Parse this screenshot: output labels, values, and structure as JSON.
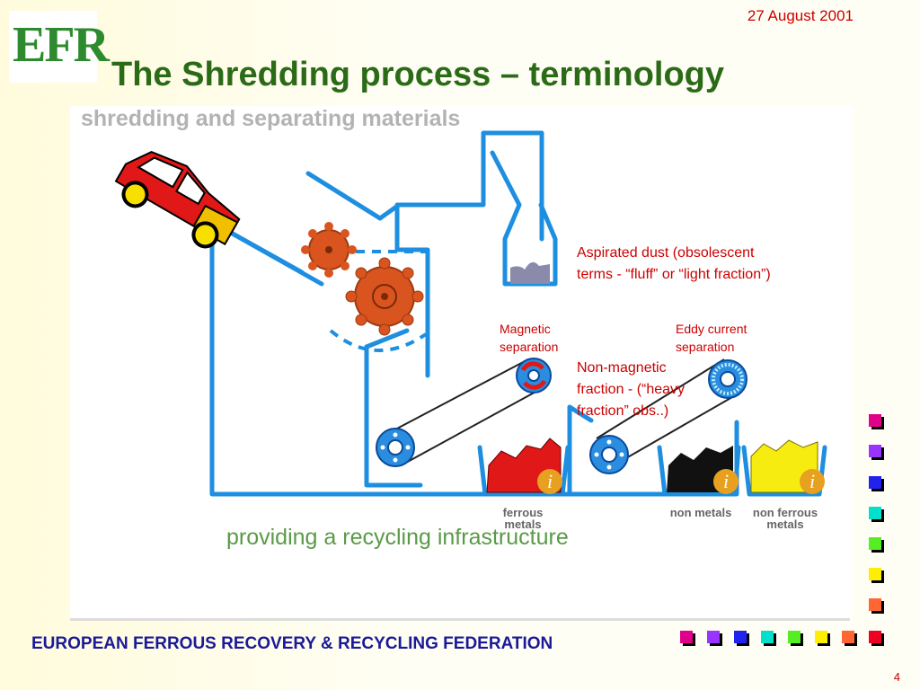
{
  "header": {
    "date": "27 August 2001",
    "logo_text": "EFR",
    "title": "The Shredding process – terminology"
  },
  "diagram": {
    "subtitle": "shredding and separating materials",
    "caption": "providing a recycling infrastructure",
    "labels": {
      "aspirated_dust_line1": "Aspirated dust (obsolescent",
      "aspirated_dust_line2": "terms - “fluff” or “light fraction”)",
      "magnetic_line1": "Magnetic",
      "magnetic_line2": "separation",
      "eddy_line1": "Eddy current",
      "eddy_line2": "separation",
      "nonmagnetic_line1": "Non-magnetic",
      "nonmagnetic_line2": "fraction - (“heavy",
      "nonmagnetic_line3": "fraction” obs..)"
    },
    "bins": {
      "ferrous_line1": "ferrous",
      "ferrous_line2": "metals",
      "non_metals": "non metals",
      "non_ferrous_line1": "non ferrous",
      "non_ferrous_line2": "metals"
    },
    "info_icon_text": "i"
  },
  "footer": {
    "federation": "EUROPEAN FERROUS RECOVERY & RECYCLING FEDERATION",
    "page_number": "4"
  },
  "colors": {
    "title_green": "#2b6b18",
    "accent_red": "#cc0000",
    "federation_blue": "#1a1a99",
    "machine_blue": "#1e8fe0",
    "squares": [
      "#e0008a",
      "#9933ff",
      "#2222ee",
      "#00e0cc",
      "#55ee22",
      "#ffee00",
      "#ff6633",
      "#ee0022"
    ]
  }
}
